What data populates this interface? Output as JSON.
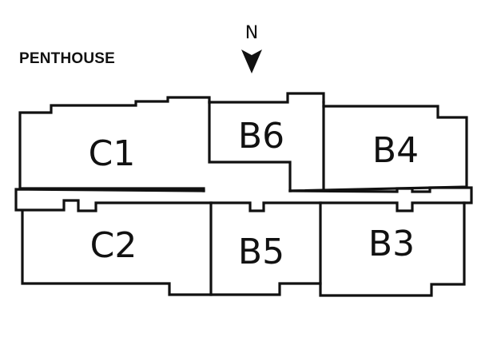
{
  "floor_title": "PENTHOUSE",
  "north": {
    "letter": "N",
    "icon": "north-arrow-icon"
  },
  "units": {
    "c1": "C1",
    "b6": "B6",
    "b4": "B4",
    "c2": "C2",
    "b5": "B5",
    "b3": "B3"
  },
  "colors": {
    "line": "#111111",
    "background": "#ffffff"
  }
}
